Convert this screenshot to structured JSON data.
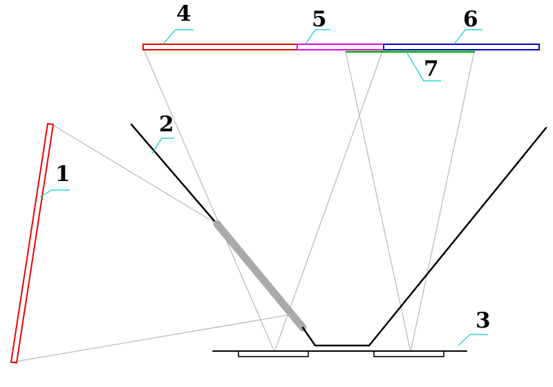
{
  "labels": {
    "l1": "1",
    "l2": "2",
    "l3": "3",
    "l4": "4",
    "l5": "5",
    "l6": "6",
    "l7": "7"
  },
  "colors": {
    "part1": "#e60000",
    "part4": "#e60000",
    "part5": "#e600e6",
    "part6": "#0000cc",
    "part7": "#00aa00",
    "rays": "#bbbbbb",
    "leaders": "#00cccc",
    "plate": "#aaaaaa"
  }
}
